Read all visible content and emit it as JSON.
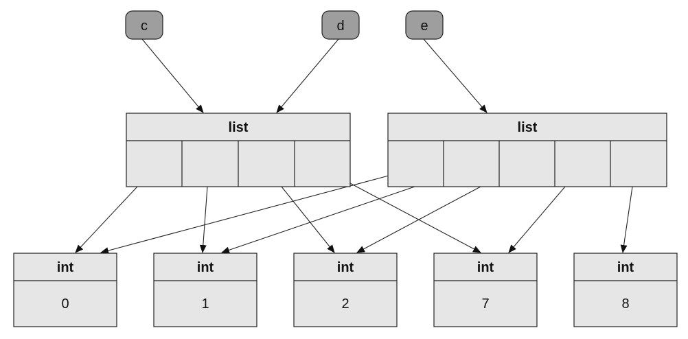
{
  "variables": [
    {
      "id": "c",
      "label": "c"
    },
    {
      "id": "d",
      "label": "d"
    },
    {
      "id": "e",
      "label": "e"
    }
  ],
  "lists": [
    {
      "id": "list1",
      "type": "list",
      "slots": 4
    },
    {
      "id": "list2",
      "type": "list",
      "slots": 5
    }
  ],
  "ints": [
    {
      "id": "int0",
      "type": "int",
      "value": "0"
    },
    {
      "id": "int1",
      "type": "int",
      "value": "1"
    },
    {
      "id": "int2",
      "type": "int",
      "value": "2"
    },
    {
      "id": "int7",
      "type": "int",
      "value": "7"
    },
    {
      "id": "int8",
      "type": "int",
      "value": "8"
    }
  ],
  "references": [
    {
      "from": "c",
      "to": "list1"
    },
    {
      "from": "d",
      "to": "list1"
    },
    {
      "from": "e",
      "to": "list2"
    },
    {
      "from": "list1.0",
      "to": "int0"
    },
    {
      "from": "list1.1",
      "to": "int1"
    },
    {
      "from": "list1.2",
      "to": "int2"
    },
    {
      "from": "list1.3",
      "to": "int7"
    },
    {
      "from": "list2.0",
      "to": "int0"
    },
    {
      "from": "list2.1",
      "to": "int1"
    },
    {
      "from": "list2.2",
      "to": "int2"
    },
    {
      "from": "list2.3",
      "to": "int7"
    },
    {
      "from": "list2.4",
      "to": "int8"
    }
  ]
}
